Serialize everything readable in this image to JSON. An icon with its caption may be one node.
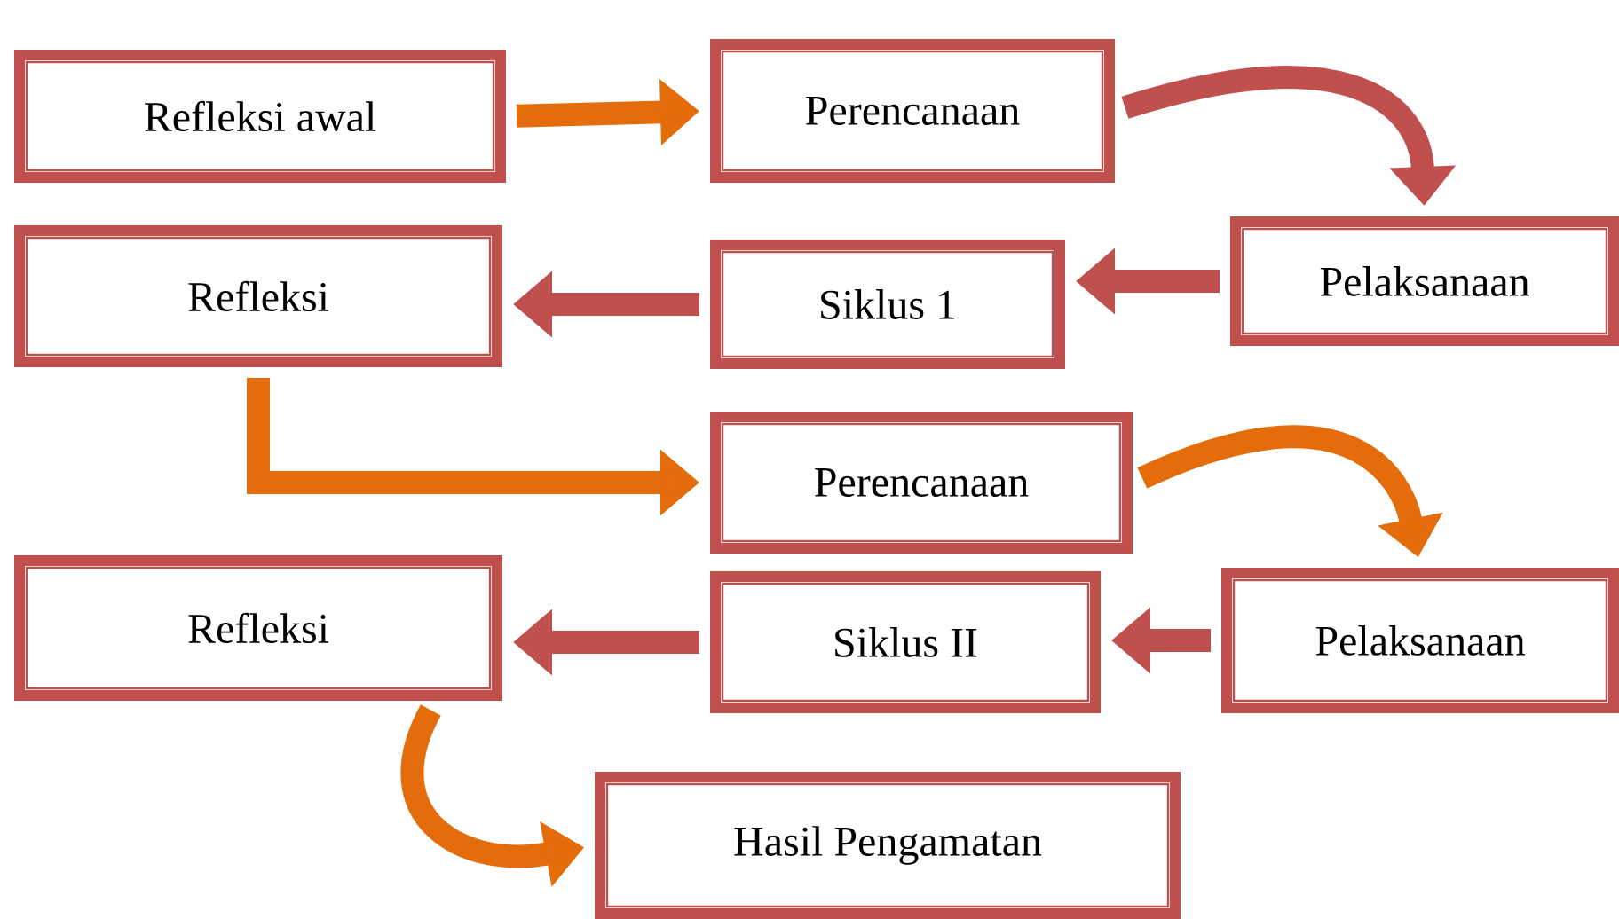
{
  "diagram": {
    "nodes": [
      {
        "text": [
          "Refleksi  awal"
        ]
      },
      {
        "text": [
          "Perencanaan"
        ]
      },
      {
        "text": [
          "Refleksi"
        ]
      },
      {
        "text": [
          "Siklus 1"
        ]
      },
      {
        "text": [
          "Pelaksanaan"
        ]
      },
      {
        "text": [
          "Perencanaan"
        ]
      },
      {
        "text": [
          "Refleksi"
        ]
      },
      {
        "text": [
          "Siklus  II"
        ]
      },
      {
        "text": [
          "Pelaksanaan"
        ]
      },
      {
        "text": [
          "Hasil  Pengamatan"
        ]
      }
    ],
    "edges": [
      {
        "from": 0,
        "to": 1,
        "arrow": "to",
        "color": "#e46c0a"
      },
      {
        "from": 1,
        "to": 4,
        "arrow": "to"
      },
      {
        "from": 4,
        "to": 3,
        "arrow": "to"
      },
      {
        "from": 3,
        "to": 2,
        "arrow": "to"
      },
      {
        "from": 2,
        "to": 5,
        "arrow": "to",
        "color": "#e46c0a"
      },
      {
        "from": 5,
        "to": 8,
        "arrow": "to",
        "color": "#e46c0a"
      },
      {
        "from": 8,
        "to": 7,
        "arrow": "to"
      },
      {
        "from": 7,
        "to": 6,
        "arrow": "to"
      },
      {
        "from": 6,
        "to": 9,
        "arrow": "to",
        "color": "#e46c0a"
      }
    ]
  }
}
